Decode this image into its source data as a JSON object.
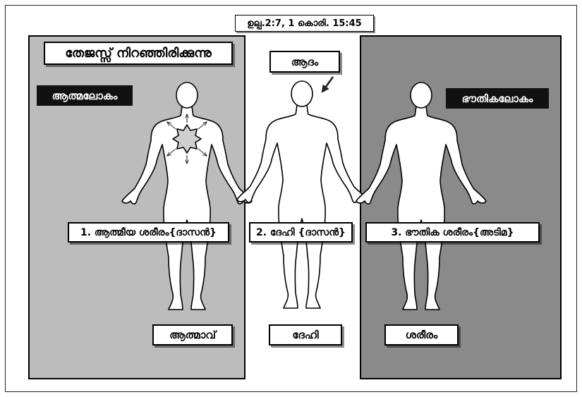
{
  "reference": "ഉല്പ.2:7, 1 കൊരി. 15:45",
  "spirit_world": {
    "heading": "തേജസ്സ് നിറഞ്ഞിരിക്കുന്നു",
    "world_label": "ആത്മലോകം",
    "part_label": "1. ആത്മീയ ശരീരം{ദാസൻ}",
    "name": "ആത്മാവ്"
  },
  "center": {
    "figure_label": "ആദം",
    "part_label": "2. ദേഹി {ദാസൻ}",
    "name": "ദേഹി"
  },
  "physical_world": {
    "world_label": "ഭൗതികലോകം",
    "part_label": "3. ഭൗതിക ശരീരം{അടിമ}",
    "name": "ശരീരം"
  },
  "colors": {
    "spirit_panel": "#bcbcbc",
    "physical_panel": "#8a8a8a",
    "figure_fill": "#ffffff",
    "figure_outline": "#000000",
    "star_fill": "#cfcfcf",
    "world_label_bg": "#111111"
  },
  "icons": [
    "human-figure-icon",
    "star-burst-icon",
    "arrow-icon"
  ]
}
